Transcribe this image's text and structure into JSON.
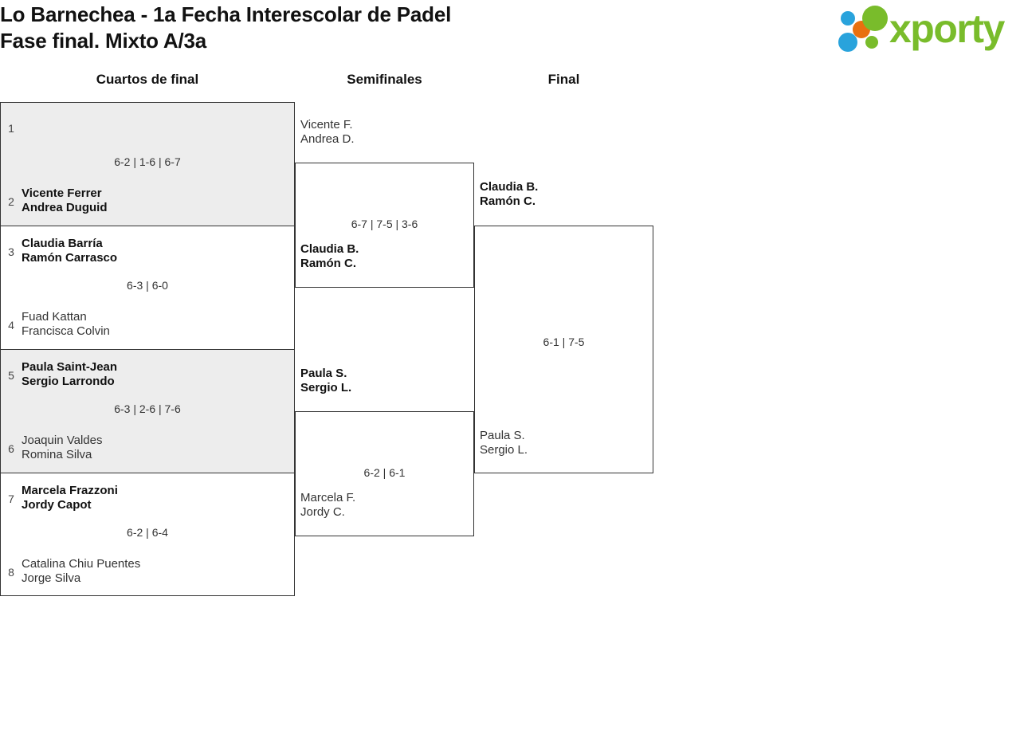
{
  "header": {
    "title_line1": "Lo Barnechea - 1a Fecha Interescolar de Padel",
    "title_line2": "Fase final. Mixto A/3a",
    "logo_text": "xporty",
    "logo_colors": {
      "green": "#79bc2b",
      "blue": "#29a3dc",
      "orange": "#e8700f"
    }
  },
  "rounds": {
    "quarterfinals_label": "Cuartos de final",
    "semifinals_label": "Semifinales",
    "final_label": "Final"
  },
  "quarterfinals": [
    {
      "top": {
        "seed": "1",
        "player1": "",
        "player2": "",
        "winner": false
      },
      "bottom": {
        "seed": "2",
        "player1": "Vicente Ferrer",
        "player2": "Andrea Duguid",
        "winner": true
      },
      "score": "6-2 | 1-6 | 6-7"
    },
    {
      "top": {
        "seed": "3",
        "player1": "Claudia Barría",
        "player2": "Ramón Carrasco",
        "winner": true
      },
      "bottom": {
        "seed": "4",
        "player1": "Fuad Kattan",
        "player2": "Francisca Colvin",
        "winner": false
      },
      "score": "6-3 | 6-0"
    },
    {
      "top": {
        "seed": "5",
        "player1": "Paula Saint-Jean",
        "player2": "Sergio Larrondo",
        "winner": true
      },
      "bottom": {
        "seed": "6",
        "player1": "Joaquin Valdes",
        "player2": "Romina Silva",
        "winner": false
      },
      "score": "6-3 | 2-6 | 7-6"
    },
    {
      "top": {
        "seed": "7",
        "player1": "Marcela Frazzoni",
        "player2": "Jordy Capot",
        "winner": true
      },
      "bottom": {
        "seed": "8",
        "player1": "Catalina Chiu Puentes",
        "player2": "Jorge Silva",
        "winner": false
      },
      "score": "6-2 | 6-4"
    }
  ],
  "semifinals": [
    {
      "top": {
        "player1": "Vicente F.",
        "player2": "Andrea D.",
        "winner": false
      },
      "bottom": {
        "player1": "Claudia B.",
        "player2": "Ramón C.",
        "winner": true
      },
      "score": "6-7 | 7-5 | 3-6"
    },
    {
      "top": {
        "player1": "Paula S.",
        "player2": "Sergio L.",
        "winner": true
      },
      "bottom": {
        "player1": "Marcela F.",
        "player2": "Jordy C.",
        "winner": false
      },
      "score": "6-2 | 6-1"
    }
  ],
  "final": {
    "top": {
      "player1": "Claudia B.",
      "player2": "Ramón C.",
      "winner": true
    },
    "bottom": {
      "player1": "Paula S.",
      "player2": "Sergio L.",
      "winner": false
    },
    "score": "6-1 | 7-5"
  }
}
